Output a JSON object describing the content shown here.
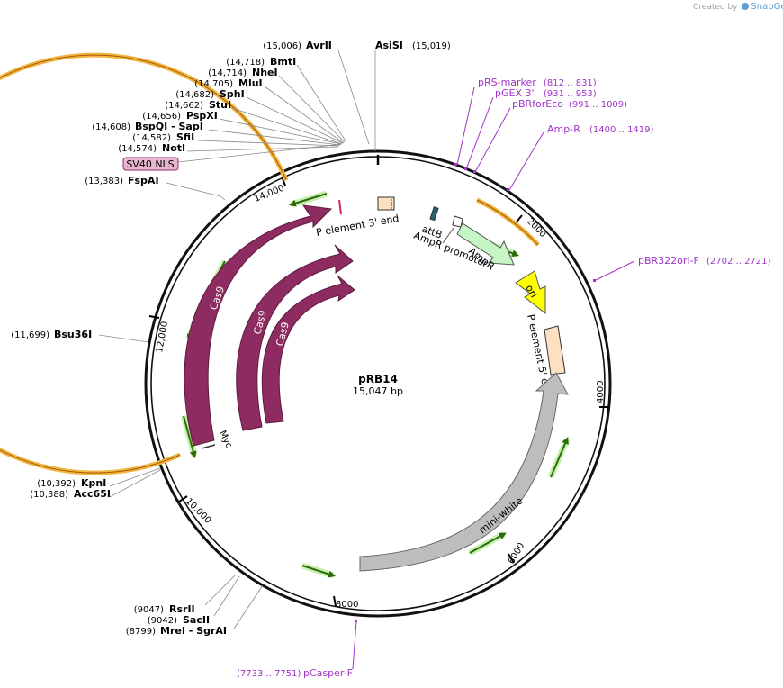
{
  "credit": {
    "prefix": "Created by",
    "brand": "SnapGene"
  },
  "plasmid": {
    "name": "pRB14",
    "size": "15,047 bp"
  },
  "ruler": [
    "2000",
    "4000",
    "6000",
    "8000",
    "10,000",
    "12,000",
    "14,000"
  ],
  "sites": [
    {
      "pos": "(15,006)",
      "name": "AvrII"
    },
    {
      "pos": "(15,019)",
      "name": "AsiSI"
    },
    {
      "pos": "(14,718)",
      "name": "BmtI"
    },
    {
      "pos": "(14,714)",
      "name": "NheI"
    },
    {
      "pos": "(14,705)",
      "name": "MluI"
    },
    {
      "pos": "(14,682)",
      "name": "SphI"
    },
    {
      "pos": "(14,662)",
      "name": "StuI"
    },
    {
      "pos": "(14,656)",
      "name": "PspXI"
    },
    {
      "pos": "(14,608)",
      "name": "BspQI - SapI"
    },
    {
      "pos": "(14,582)",
      "name": "SfiI"
    },
    {
      "pos": "(14,574)",
      "name": "NotI"
    },
    {
      "pos": "(13,383)",
      "name": "FspAI"
    },
    {
      "pos": "(11,699)",
      "name": "Bsu36I"
    },
    {
      "pos": "(10,392)",
      "name": "KpnI"
    },
    {
      "pos": "(10,388)",
      "name": "Acc65I"
    },
    {
      "pos": "(9047)",
      "name": "RsrII"
    },
    {
      "pos": "(9042)",
      "name": "SacII"
    },
    {
      "pos": "(8799)",
      "name": "MreI - SgrAI"
    }
  ],
  "primers": [
    {
      "name": "pRS-marker",
      "range": "(812 .. 831)"
    },
    {
      "name": "pGEX 3'",
      "range": "(931 .. 953)"
    },
    {
      "name": "pBRforEco",
      "range": "(991 .. 1009)"
    },
    {
      "name": "Amp-R",
      "range": "(1400 .. 1419)"
    },
    {
      "name": "pBR322ori-F",
      "range": "(2702 .. 2721)"
    },
    {
      "name": "pCasper-F",
      "range": "(7733 .. 7751)"
    }
  ],
  "features": {
    "sv40_nls": "SV40 NLS",
    "p_element_3": "P element 3' end",
    "attb": "attB",
    "ampr_promoter": "AmpR promoter",
    "ampr": "AmpR",
    "ori": "ori",
    "p_element_5": "P element 5' end",
    "mini_white": "mini-white",
    "cas9": "Cas9",
    "myc": "Myc"
  },
  "colors": {
    "cas9": "#8e2c61",
    "ampr": "#c6f5c6",
    "ori": "#ffff00",
    "p_element": "#fde0c0",
    "mini_white": "#bdbdbd",
    "orf": "#f2b540",
    "green_arrow": "#4c9a1a",
    "primer": "#a033c8",
    "sv40_box": "#e8b7cf"
  }
}
